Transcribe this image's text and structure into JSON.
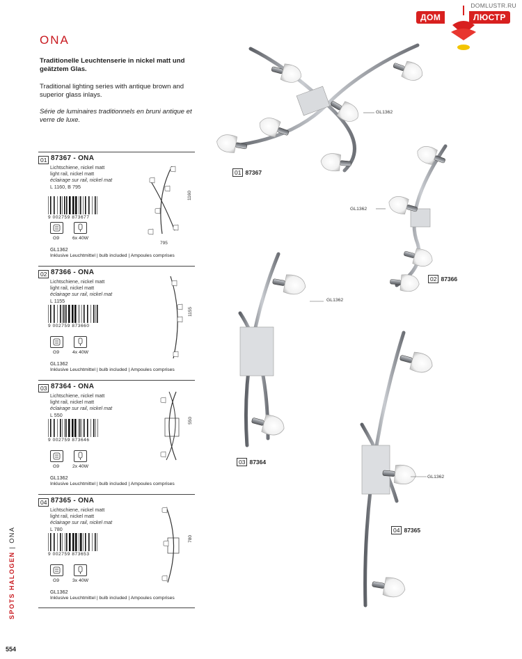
{
  "logo": {
    "url": "DOMLUSTR.RU",
    "word1": "ДОМ",
    "word2": "ЛЮСТР"
  },
  "series": {
    "title": "ONA",
    "intro_de": "Traditionelle Leuchtenserie in nickel matt und geätztem Glas.",
    "intro_en": "Traditional lighting series with antique brown and superior glass inlays.",
    "intro_fr": "Série de luminaires traditionnels en bruni antique et verre de luxe."
  },
  "products": [
    {
      "index": "01",
      "heading": "87367   -   ONA",
      "desc_de": "Lichtschiene, nickel matt",
      "desc_en": "light rail, nickel matt",
      "desc_fr": "éclairage sur rail, nickel mat",
      "dims": "L 1160, B 795",
      "barcode": "9 002759 873677",
      "socket": "G9",
      "bulbs": "6x 40W",
      "glass_code": "GL1362",
      "bulb_note": "Inklusive Leuchtmittel | bulb included | Ampoules comprises",
      "dim_v": "1160",
      "dim_h": "795"
    },
    {
      "index": "02",
      "heading": "87366   -   ONA",
      "desc_de": "Lichtschiene, nickel matt",
      "desc_en": "light rail, nickel matt",
      "desc_fr": "éclairage sur rail, nickel mat",
      "dims": "L 1155",
      "barcode": "9 002759 873660",
      "socket": "G9",
      "bulbs": "4x 40W",
      "glass_code": "GL1362",
      "bulb_note": "Inklusive Leuchtmittel | bulb included | Ampoules comprises",
      "dim_v": "1155"
    },
    {
      "index": "03",
      "heading": "87364   -   ONA",
      "desc_de": "Lichtschiene, nickel matt",
      "desc_en": "light rail, nickel matt",
      "desc_fr": "éclairage sur rail, nickel mat",
      "dims": "L 550",
      "barcode": "9 002759 873646",
      "socket": "G9",
      "bulbs": "2x 40W",
      "glass_code": "GL1362",
      "bulb_note": "Inklusive Leuchtmittel | bulb included | Ampoules comprises",
      "dim_v": "550"
    },
    {
      "index": "04",
      "heading": "87365   -   ONA",
      "desc_de": "Lichtschiene, nickel matt",
      "desc_en": "light rail, nickel matt",
      "desc_fr": "éclairage sur rail, nickel mat",
      "dims": "L 780",
      "barcode": "9 002759 873653",
      "socket": "G9",
      "bulbs": "3x 40W",
      "glass_code": "GL1362",
      "bulb_note": "Inklusive Leuchtmittel | bulb included | Ampoules comprises",
      "dim_v": "780"
    }
  ],
  "photos": [
    {
      "index": "01",
      "code": "87367",
      "callout": "GL1362"
    },
    {
      "index": "02",
      "code": "87366",
      "callout": "GL1362"
    },
    {
      "index": "03",
      "code": "87364",
      "callout": "GL1362"
    },
    {
      "index": "04",
      "code": "87365",
      "callout": "GL1362"
    }
  ],
  "side": {
    "category": "SPOTS HALOGEN",
    "separator": "|",
    "series": "ONA"
  },
  "page_number": "554",
  "colors": {
    "accent": "#c8181e",
    "logo_red": "#d8201f",
    "rail": "#8a8d92"
  }
}
